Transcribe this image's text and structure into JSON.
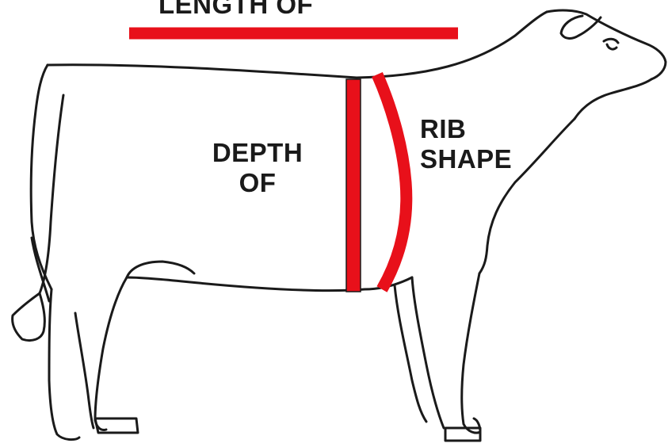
{
  "labels": {
    "length_top": "LENGTH OF",
    "depth_line1": "DEPTH",
    "depth_line2": "OF",
    "rib_line1": "RIB",
    "rib_line2": "SHAPE"
  },
  "colors": {
    "outline": "#1a1a1a",
    "measure": "#e8101a",
    "background": "#ffffff"
  }
}
